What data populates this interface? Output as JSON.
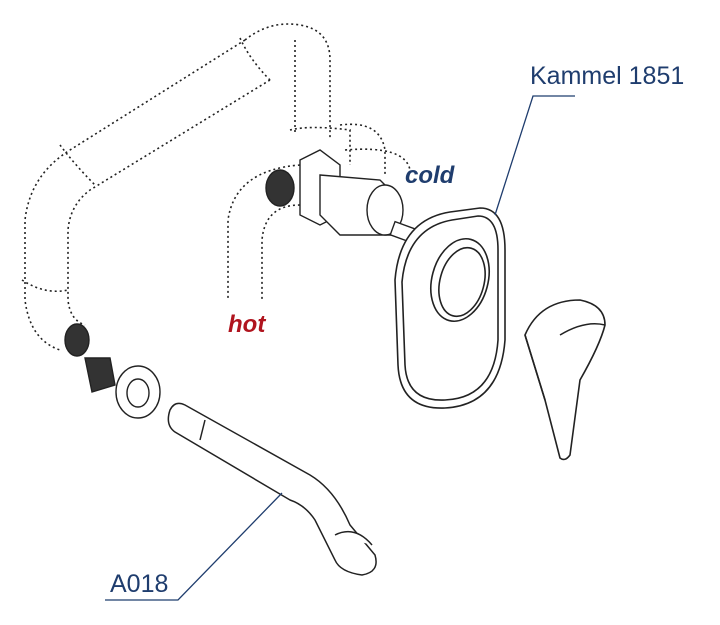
{
  "labels": {
    "mixer_model": "Kammel 1851",
    "spout_model": "A018",
    "cold": "cold",
    "hot": "hot"
  },
  "colors": {
    "model_label": "#1f3d6e",
    "cold_label": "#1f3d6e",
    "hot_label": "#b0141e",
    "outline": "#222222"
  }
}
